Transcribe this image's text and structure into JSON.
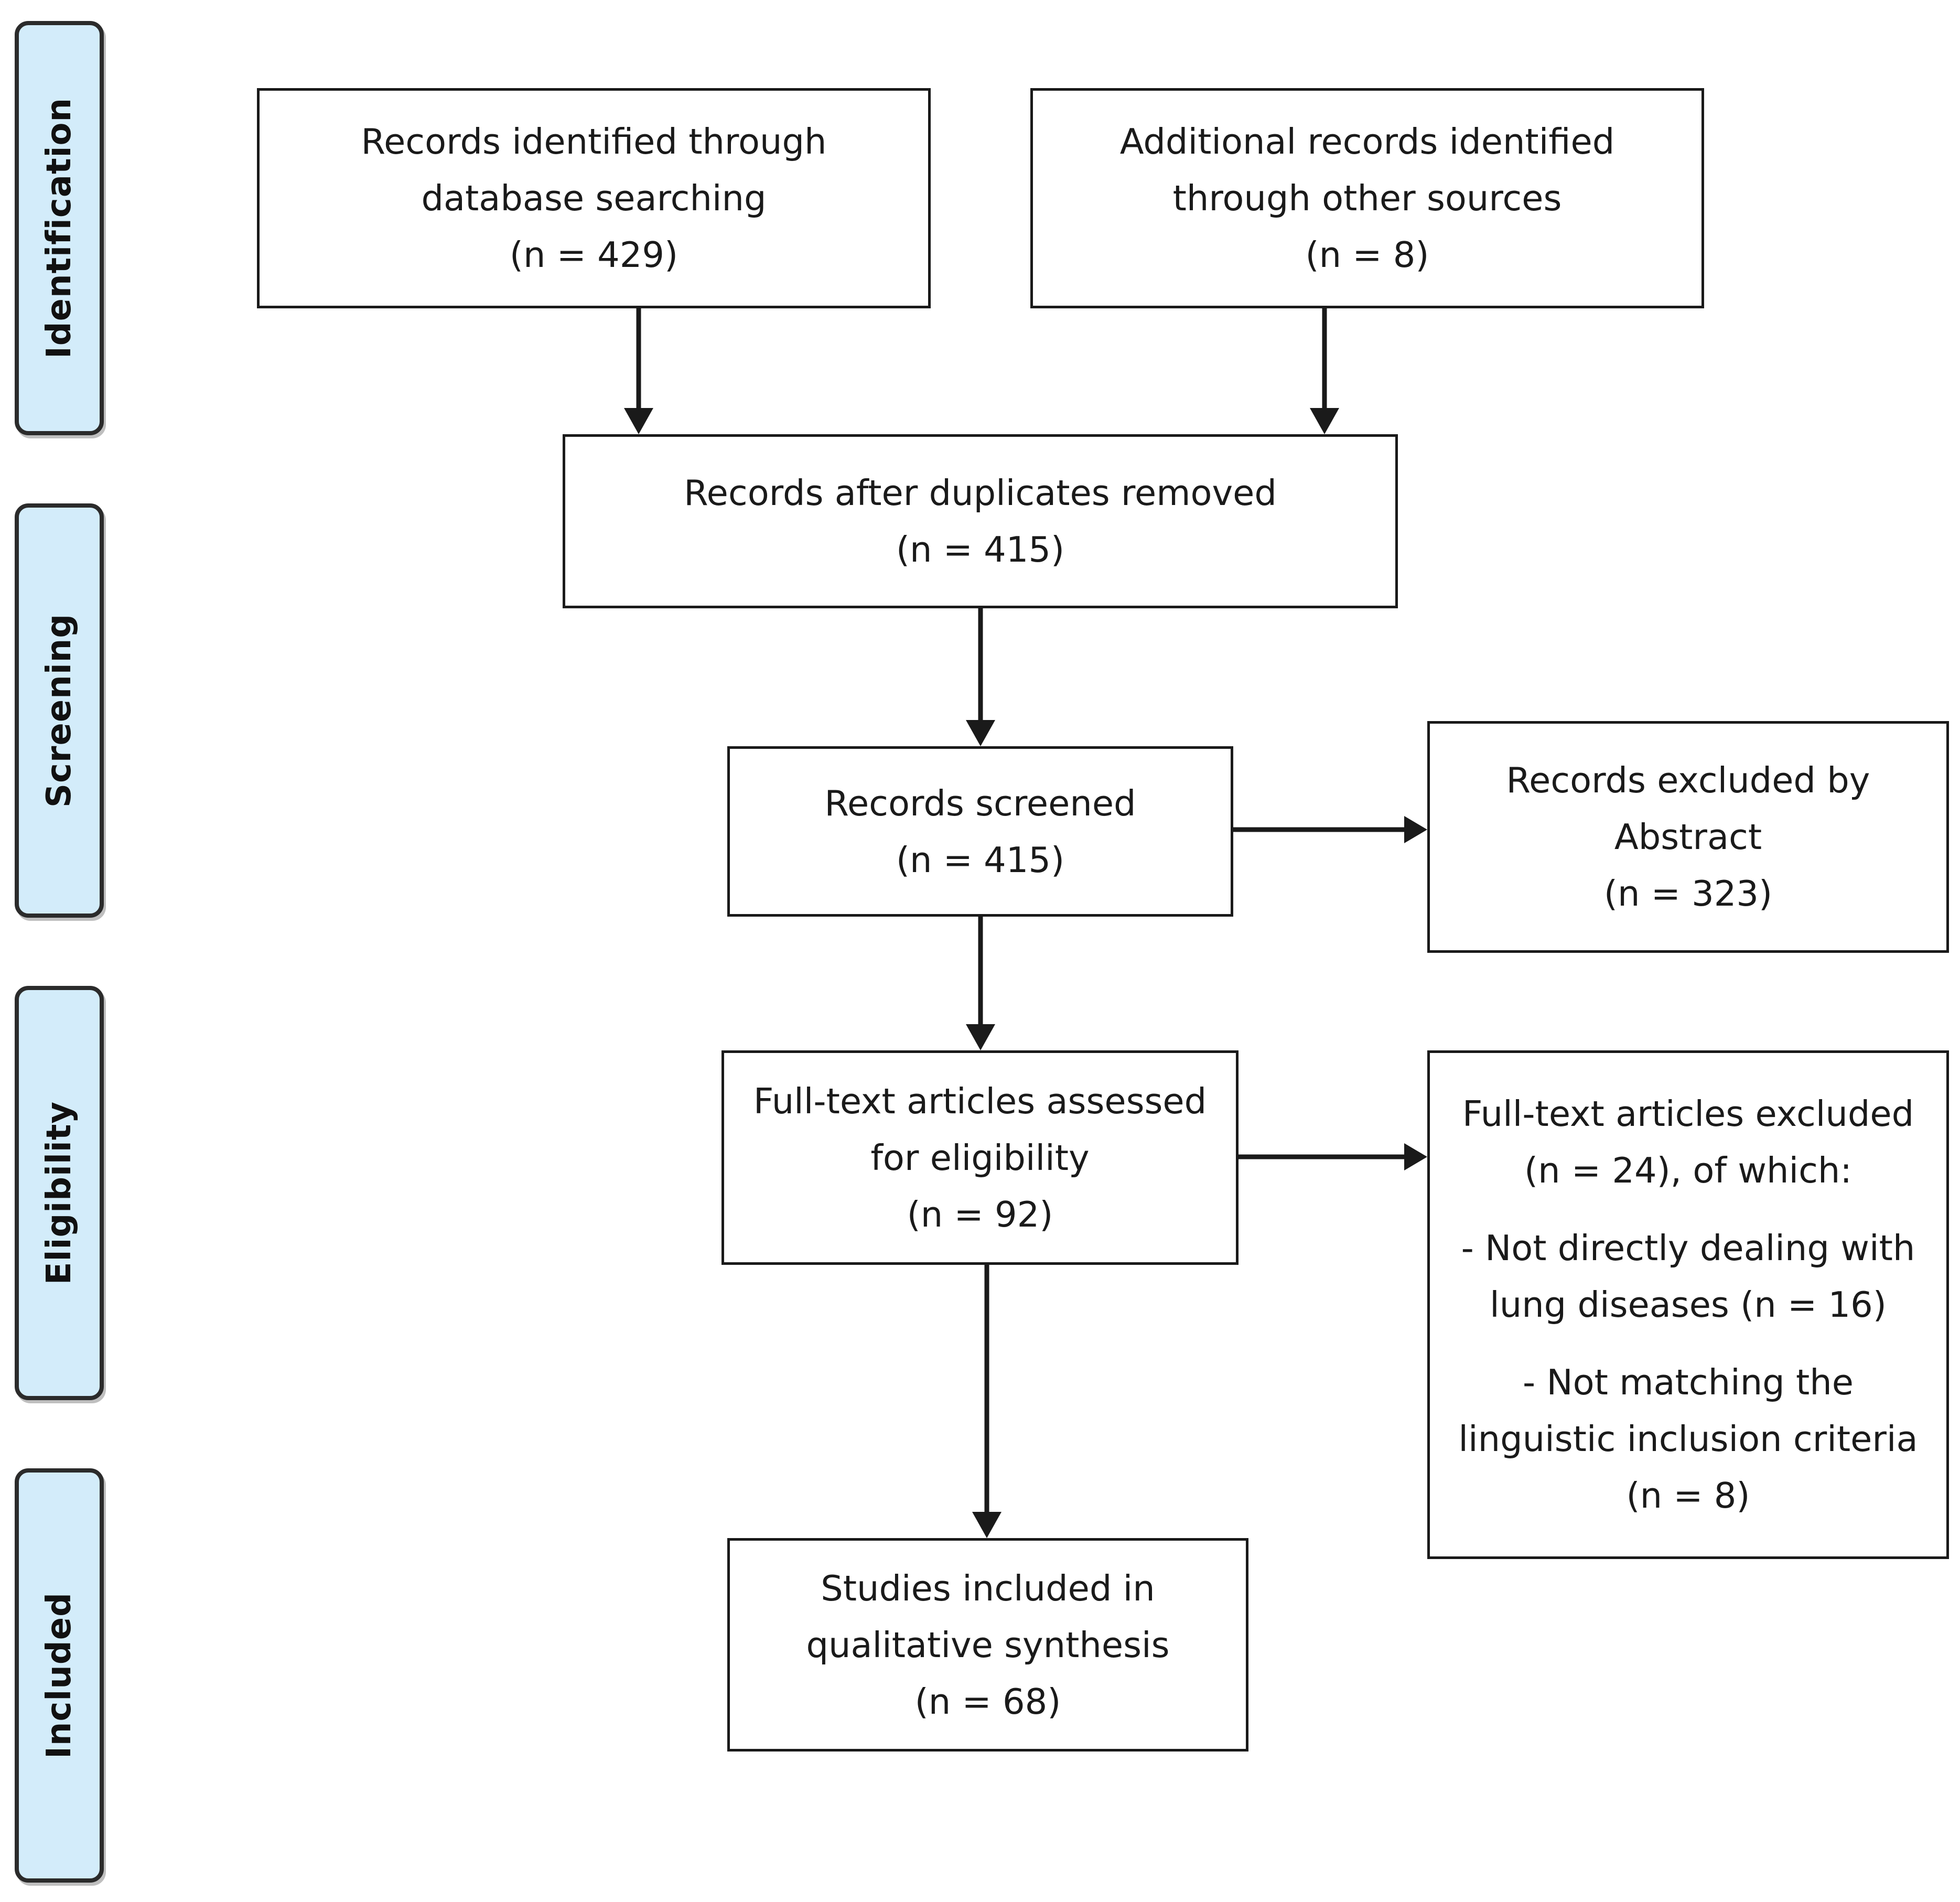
{
  "phases": {
    "identification": "Identification",
    "screening": "Screening",
    "eligibility": "Eligibility",
    "included": "Included"
  },
  "boxes": {
    "database_search": {
      "line1": "Records identified through",
      "line2": "database searching",
      "count": "(n = 429)"
    },
    "other_sources": {
      "line1": "Additional records identified",
      "line2": "through other sources",
      "count": "(n = 8)"
    },
    "after_duplicates": {
      "line1": "Records after duplicates removed",
      "count": "(n = 415)"
    },
    "screened": {
      "line1": "Records screened",
      "count": "(n = 415)"
    },
    "excluded_abstract": {
      "line1": "Records excluded by",
      "line2": "Abstract",
      "count": "(n = 323)"
    },
    "fulltext_assessed": {
      "line1": "Full-text articles assessed",
      "line2": "for eligibility",
      "count": "(n = 92)"
    },
    "fulltext_excluded": {
      "line1": "Full-text articles excluded",
      "line2": "(n = 24), of which:",
      "reason1_line1": "- Not directly dealing with",
      "reason1_line2": "lung diseases (n = 16)",
      "reason2_line1": "- Not matching the",
      "reason2_line2": "linguistic inclusion criteria",
      "reason2_count": "(n = 8)"
    },
    "included": {
      "line1": "Studies included in",
      "line2": "qualitative synthesis",
      "count": "(n = 68)"
    }
  },
  "colors": {
    "phase_fill": "#d3ecfa",
    "stroke": "#1a1a1a"
  }
}
